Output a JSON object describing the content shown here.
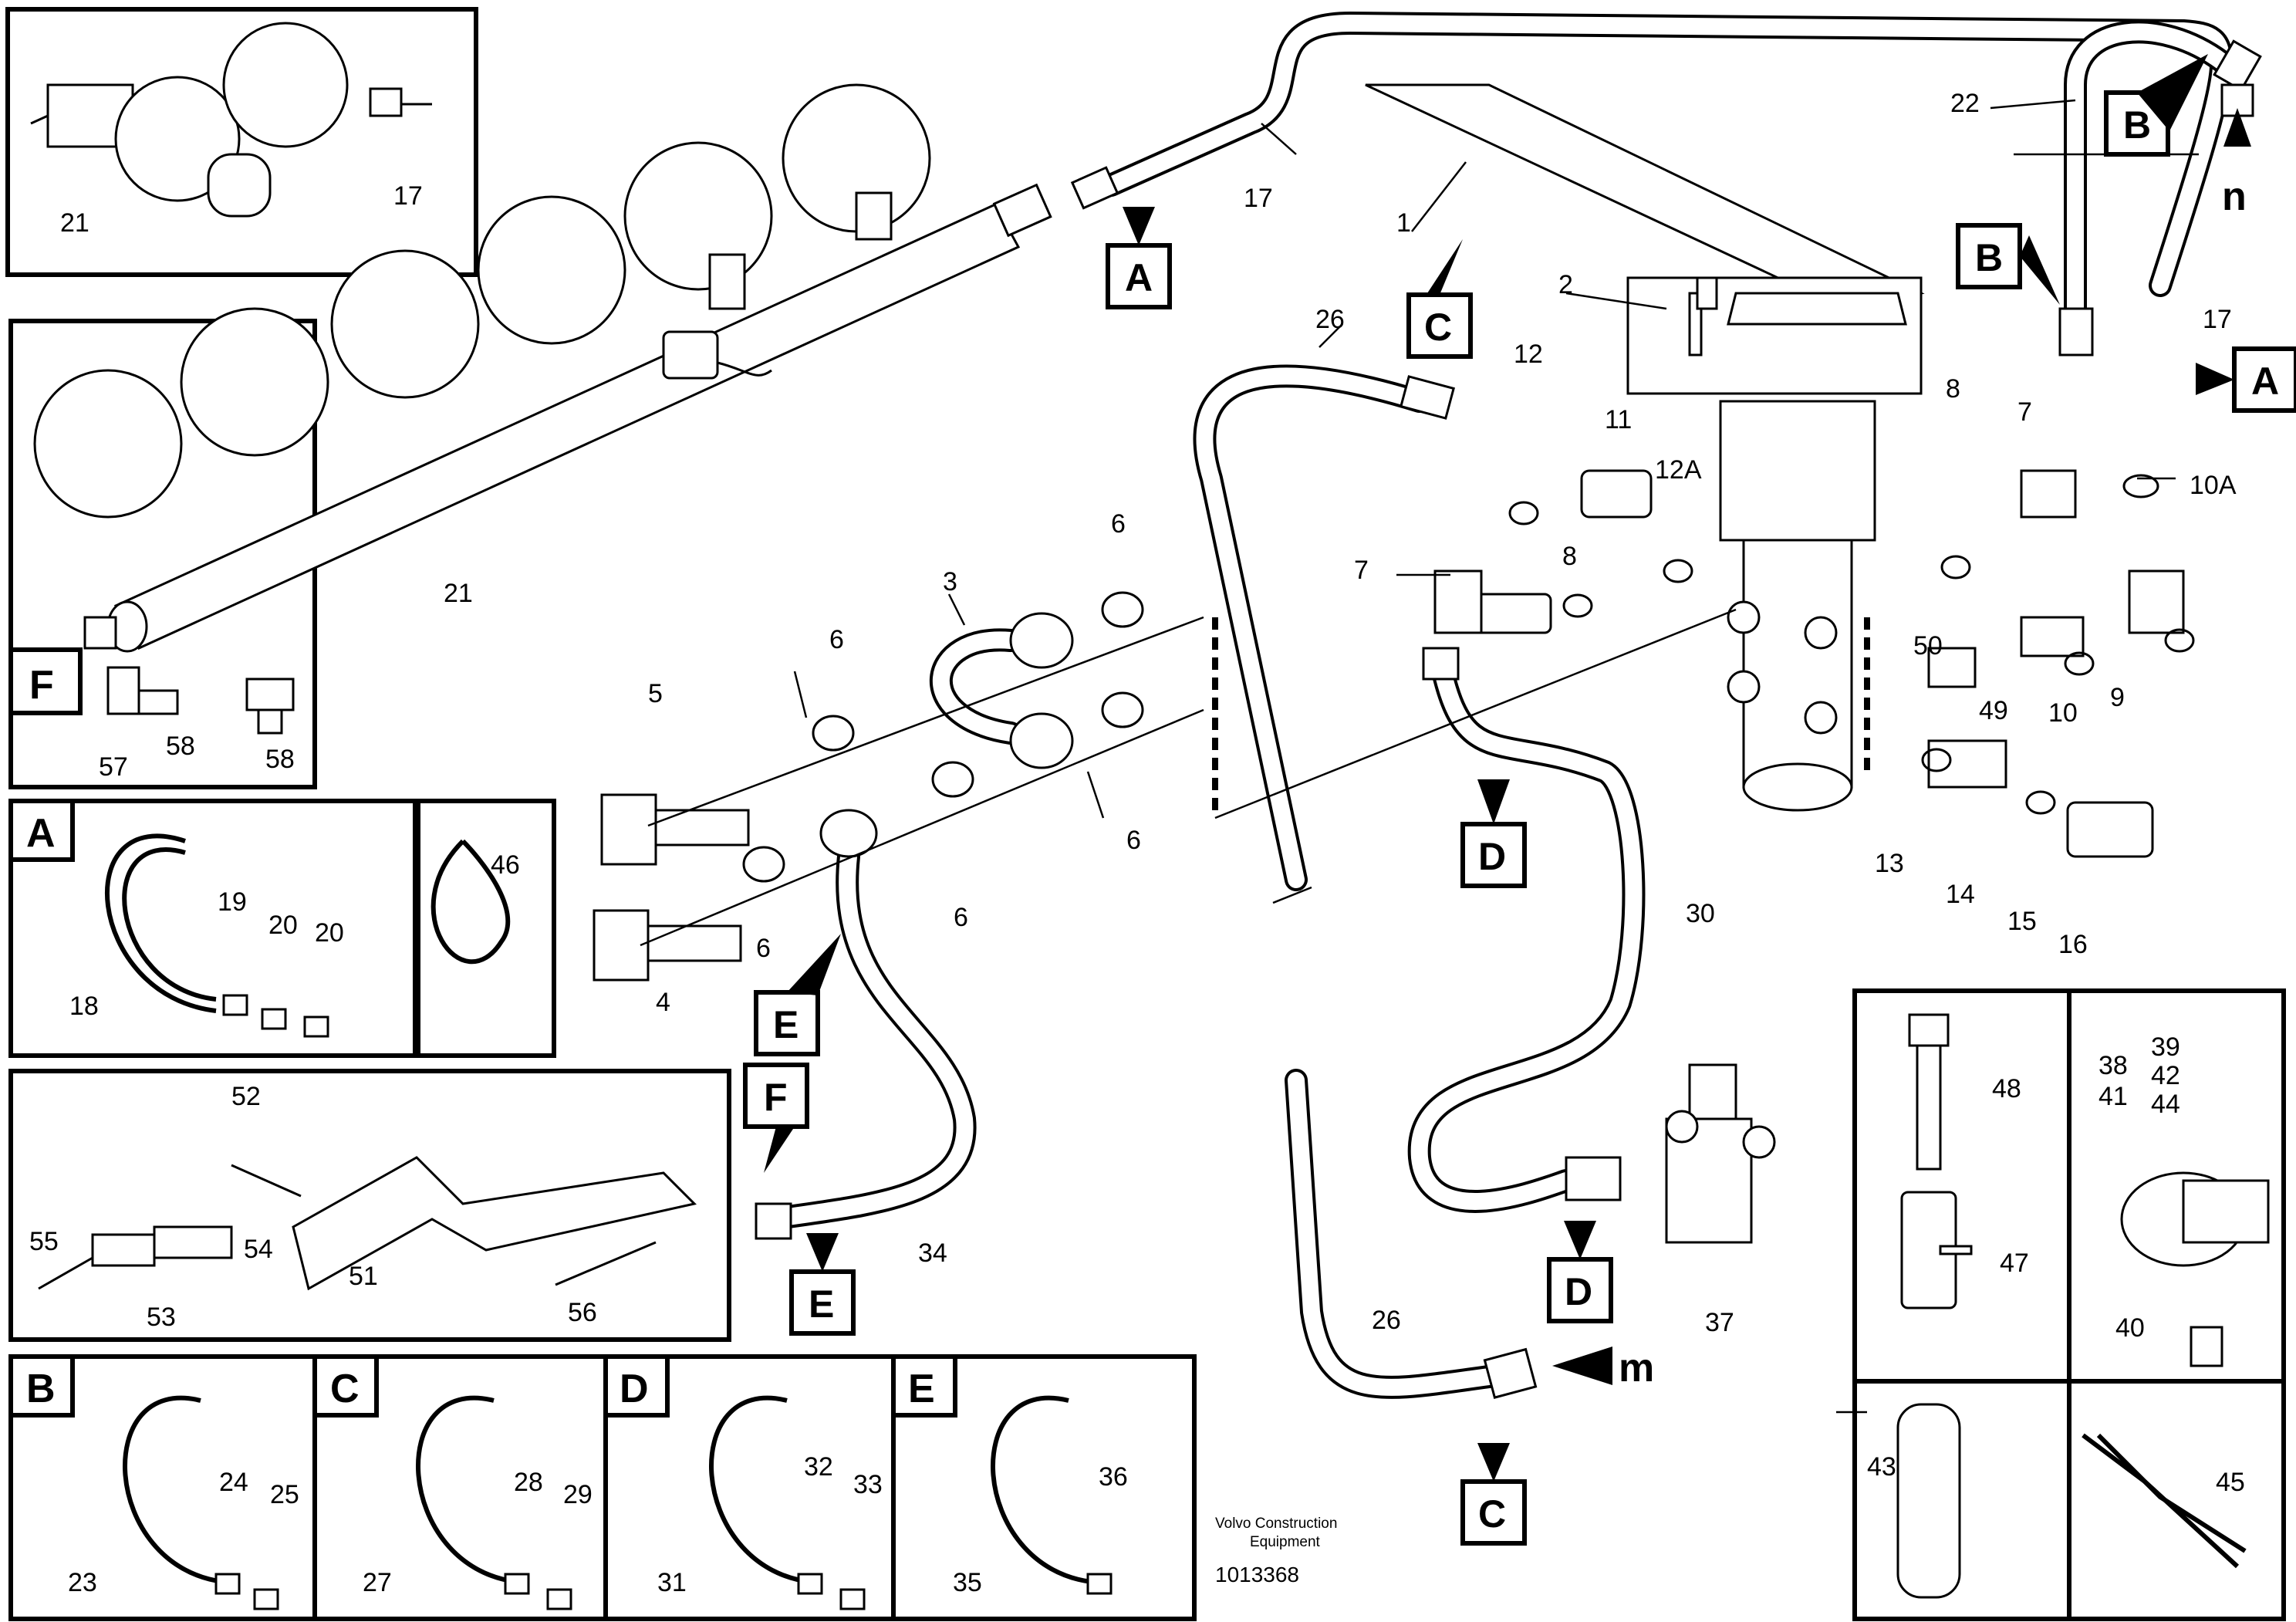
{
  "diagram": {
    "callouts": [
      {
        "id": "n1",
        "label": "1"
      },
      {
        "id": "n2",
        "label": "2"
      },
      {
        "id": "n3",
        "label": "3"
      },
      {
        "id": "n4",
        "label": "4"
      },
      {
        "id": "n5",
        "label": "5"
      },
      {
        "id": "n6a",
        "label": "6"
      },
      {
        "id": "n6b",
        "label": "6"
      },
      {
        "id": "n6c",
        "label": "6"
      },
      {
        "id": "n6d",
        "label": "6"
      },
      {
        "id": "n6e",
        "label": "6"
      },
      {
        "id": "n7a",
        "label": "7"
      },
      {
        "id": "n7b",
        "label": "7"
      },
      {
        "id": "n8a",
        "label": "8"
      },
      {
        "id": "n8b",
        "label": "8"
      },
      {
        "id": "n9",
        "label": "9"
      },
      {
        "id": "n10",
        "label": "10"
      },
      {
        "id": "n10A",
        "label": "10A"
      },
      {
        "id": "n11",
        "label": "11"
      },
      {
        "id": "n12",
        "label": "12"
      },
      {
        "id": "n12A",
        "label": "12A"
      },
      {
        "id": "n13",
        "label": "13"
      },
      {
        "id": "n14",
        "label": "14"
      },
      {
        "id": "n15",
        "label": "15"
      },
      {
        "id": "n16",
        "label": "16"
      },
      {
        "id": "n17a",
        "label": "17"
      },
      {
        "id": "n17b",
        "label": "17"
      },
      {
        "id": "n17c",
        "label": "17"
      },
      {
        "id": "n18",
        "label": "18"
      },
      {
        "id": "n19",
        "label": "19"
      },
      {
        "id": "n20a",
        "label": "20"
      },
      {
        "id": "n20b",
        "label": "20"
      },
      {
        "id": "n21a",
        "label": "21"
      },
      {
        "id": "n21b",
        "label": "21"
      },
      {
        "id": "n22",
        "label": "22"
      },
      {
        "id": "n23",
        "label": "23"
      },
      {
        "id": "n24",
        "label": "24"
      },
      {
        "id": "n25",
        "label": "25"
      },
      {
        "id": "n26a",
        "label": "26"
      },
      {
        "id": "n26b",
        "label": "26"
      },
      {
        "id": "n27",
        "label": "27"
      },
      {
        "id": "n28",
        "label": "28"
      },
      {
        "id": "n29",
        "label": "29"
      },
      {
        "id": "n30",
        "label": "30"
      },
      {
        "id": "n31",
        "label": "31"
      },
      {
        "id": "n32",
        "label": "32"
      },
      {
        "id": "n33",
        "label": "33"
      },
      {
        "id": "n34",
        "label": "34"
      },
      {
        "id": "n35",
        "label": "35"
      },
      {
        "id": "n36",
        "label": "36"
      },
      {
        "id": "n37",
        "label": "37"
      },
      {
        "id": "n38",
        "label": "38"
      },
      {
        "id": "n39",
        "label": "39"
      },
      {
        "id": "n40",
        "label": "40"
      },
      {
        "id": "n41",
        "label": "41"
      },
      {
        "id": "n42",
        "label": "42"
      },
      {
        "id": "n43",
        "label": "43"
      },
      {
        "id": "n44",
        "label": "44"
      },
      {
        "id": "n45",
        "label": "45"
      },
      {
        "id": "n46",
        "label": "46"
      },
      {
        "id": "n47",
        "label": "47"
      },
      {
        "id": "n48",
        "label": "48"
      },
      {
        "id": "n49",
        "label": "49"
      },
      {
        "id": "n50",
        "label": "50"
      },
      {
        "id": "n51",
        "label": "51"
      },
      {
        "id": "n52",
        "label": "52"
      },
      {
        "id": "n53",
        "label": "53"
      },
      {
        "id": "n54",
        "label": "54"
      },
      {
        "id": "n55",
        "label": "55"
      },
      {
        "id": "n56",
        "label": "56"
      },
      {
        "id": "n57",
        "label": "57"
      },
      {
        "id": "n58a",
        "label": "58"
      },
      {
        "id": "n58b",
        "label": "58"
      }
    ],
    "letter_boxes": [
      {
        "id": "bA1",
        "label": "A"
      },
      {
        "id": "bA2",
        "label": "A"
      },
      {
        "id": "bB1",
        "label": "B"
      },
      {
        "id": "bB2",
        "label": "B"
      },
      {
        "id": "bC1",
        "label": "C"
      },
      {
        "id": "bC2",
        "label": "C"
      },
      {
        "id": "bD1",
        "label": "D"
      },
      {
        "id": "bD2",
        "label": "D"
      },
      {
        "id": "bE1",
        "label": "E"
      },
      {
        "id": "bE2",
        "label": "E"
      },
      {
        "id": "bF1",
        "label": "F"
      }
    ],
    "inset_labels": [
      {
        "id": "iF",
        "label": "F"
      },
      {
        "id": "iA",
        "label": "A"
      },
      {
        "id": "iB",
        "label": "B"
      },
      {
        "id": "iC",
        "label": "C"
      },
      {
        "id": "iD",
        "label": "D"
      },
      {
        "id": "iE",
        "label": "E"
      }
    ],
    "connection_labels": [
      {
        "id": "cn",
        "label": "n"
      },
      {
        "id": "cm",
        "label": "m"
      }
    ],
    "footer": {
      "brand_line1": "Volvo Construction",
      "brand_line2": "Equipment",
      "doc_number": "1013368"
    }
  }
}
